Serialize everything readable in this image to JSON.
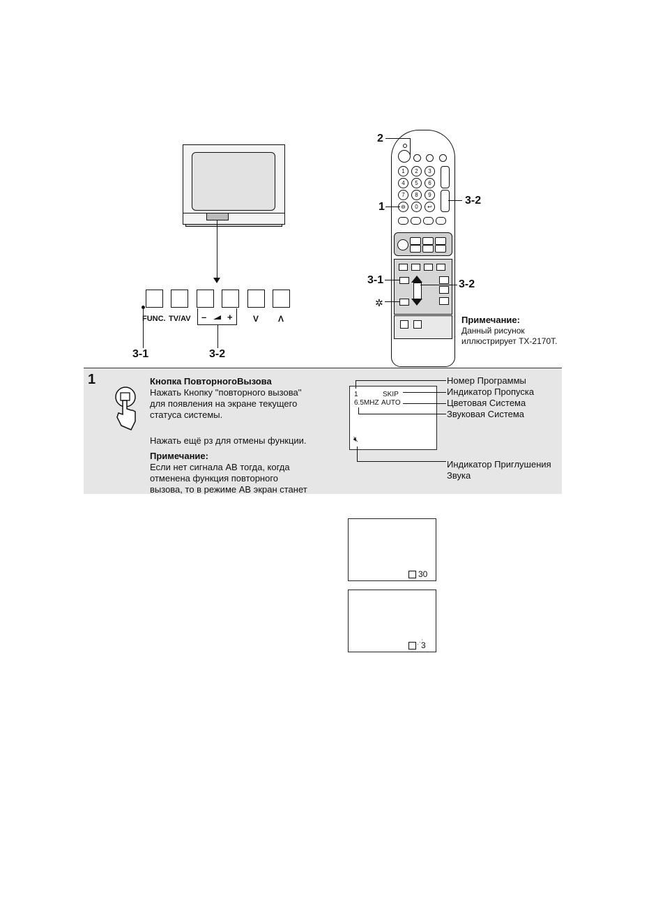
{
  "top_section": {
    "tv_panel": {
      "buttons": [
        "FUNC.",
        "TV/AV",
        "–",
        "◢",
        "+",
        "V",
        "Λ"
      ],
      "func_label": "FUNC.",
      "tvav_label": "TV/AV",
      "minus_label": "–",
      "plus_label": "+",
      "down_label": "V",
      "up_label": "Λ",
      "callout_3_1": "3-1",
      "callout_3_2": "3-2"
    },
    "remote": {
      "callout_2": "2",
      "callout_1": "1",
      "callout_3_2_top": "3-2",
      "callout_3_1": "3-1",
      "callout_3_2_mid": "3-2",
      "number_keys": [
        "1",
        "2",
        "3",
        "4",
        "5",
        "6",
        "7",
        "8",
        "9",
        "⊖",
        "0",
        "↩"
      ]
    },
    "note": {
      "title": "Примечание:",
      "line1": "Данный рисунок",
      "line2": "иллюстрирует TX-2170T."
    }
  },
  "section1": {
    "step_number": "1",
    "heading": "Кнопка ПовторногоВызова",
    "para1_line1": "Нажать Кнопку ''повторного вызова''",
    "para1_line2": "для появления на экране текущего",
    "para1_line3": "статуса системы.",
    "para2": "Нажать ещё рз для отмены функции.",
    "note_title": "Примечание:",
    "note_line1": "Если нет сигнала АВ тогда, когда",
    "note_line2": "отменена функция повторного",
    "note_line3": "вызова, то в режиме АВ экран станет",
    "osd": {
      "program": "1",
      "skip": "SKIP",
      "sound": "6.5MHZ",
      "color": "AUTO"
    },
    "callouts": {
      "program_number": "Номер Программы",
      "skip_indicator": "Индикатор Пропуска",
      "color_system": "Цветовая Система",
      "sound_system": "Звуковая Система",
      "mute_line1": "Индикатор Приглушения",
      "mute_line2": "Звука"
    }
  },
  "timer_screens": {
    "screen1_value": "30",
    "screen2_value": "3"
  }
}
